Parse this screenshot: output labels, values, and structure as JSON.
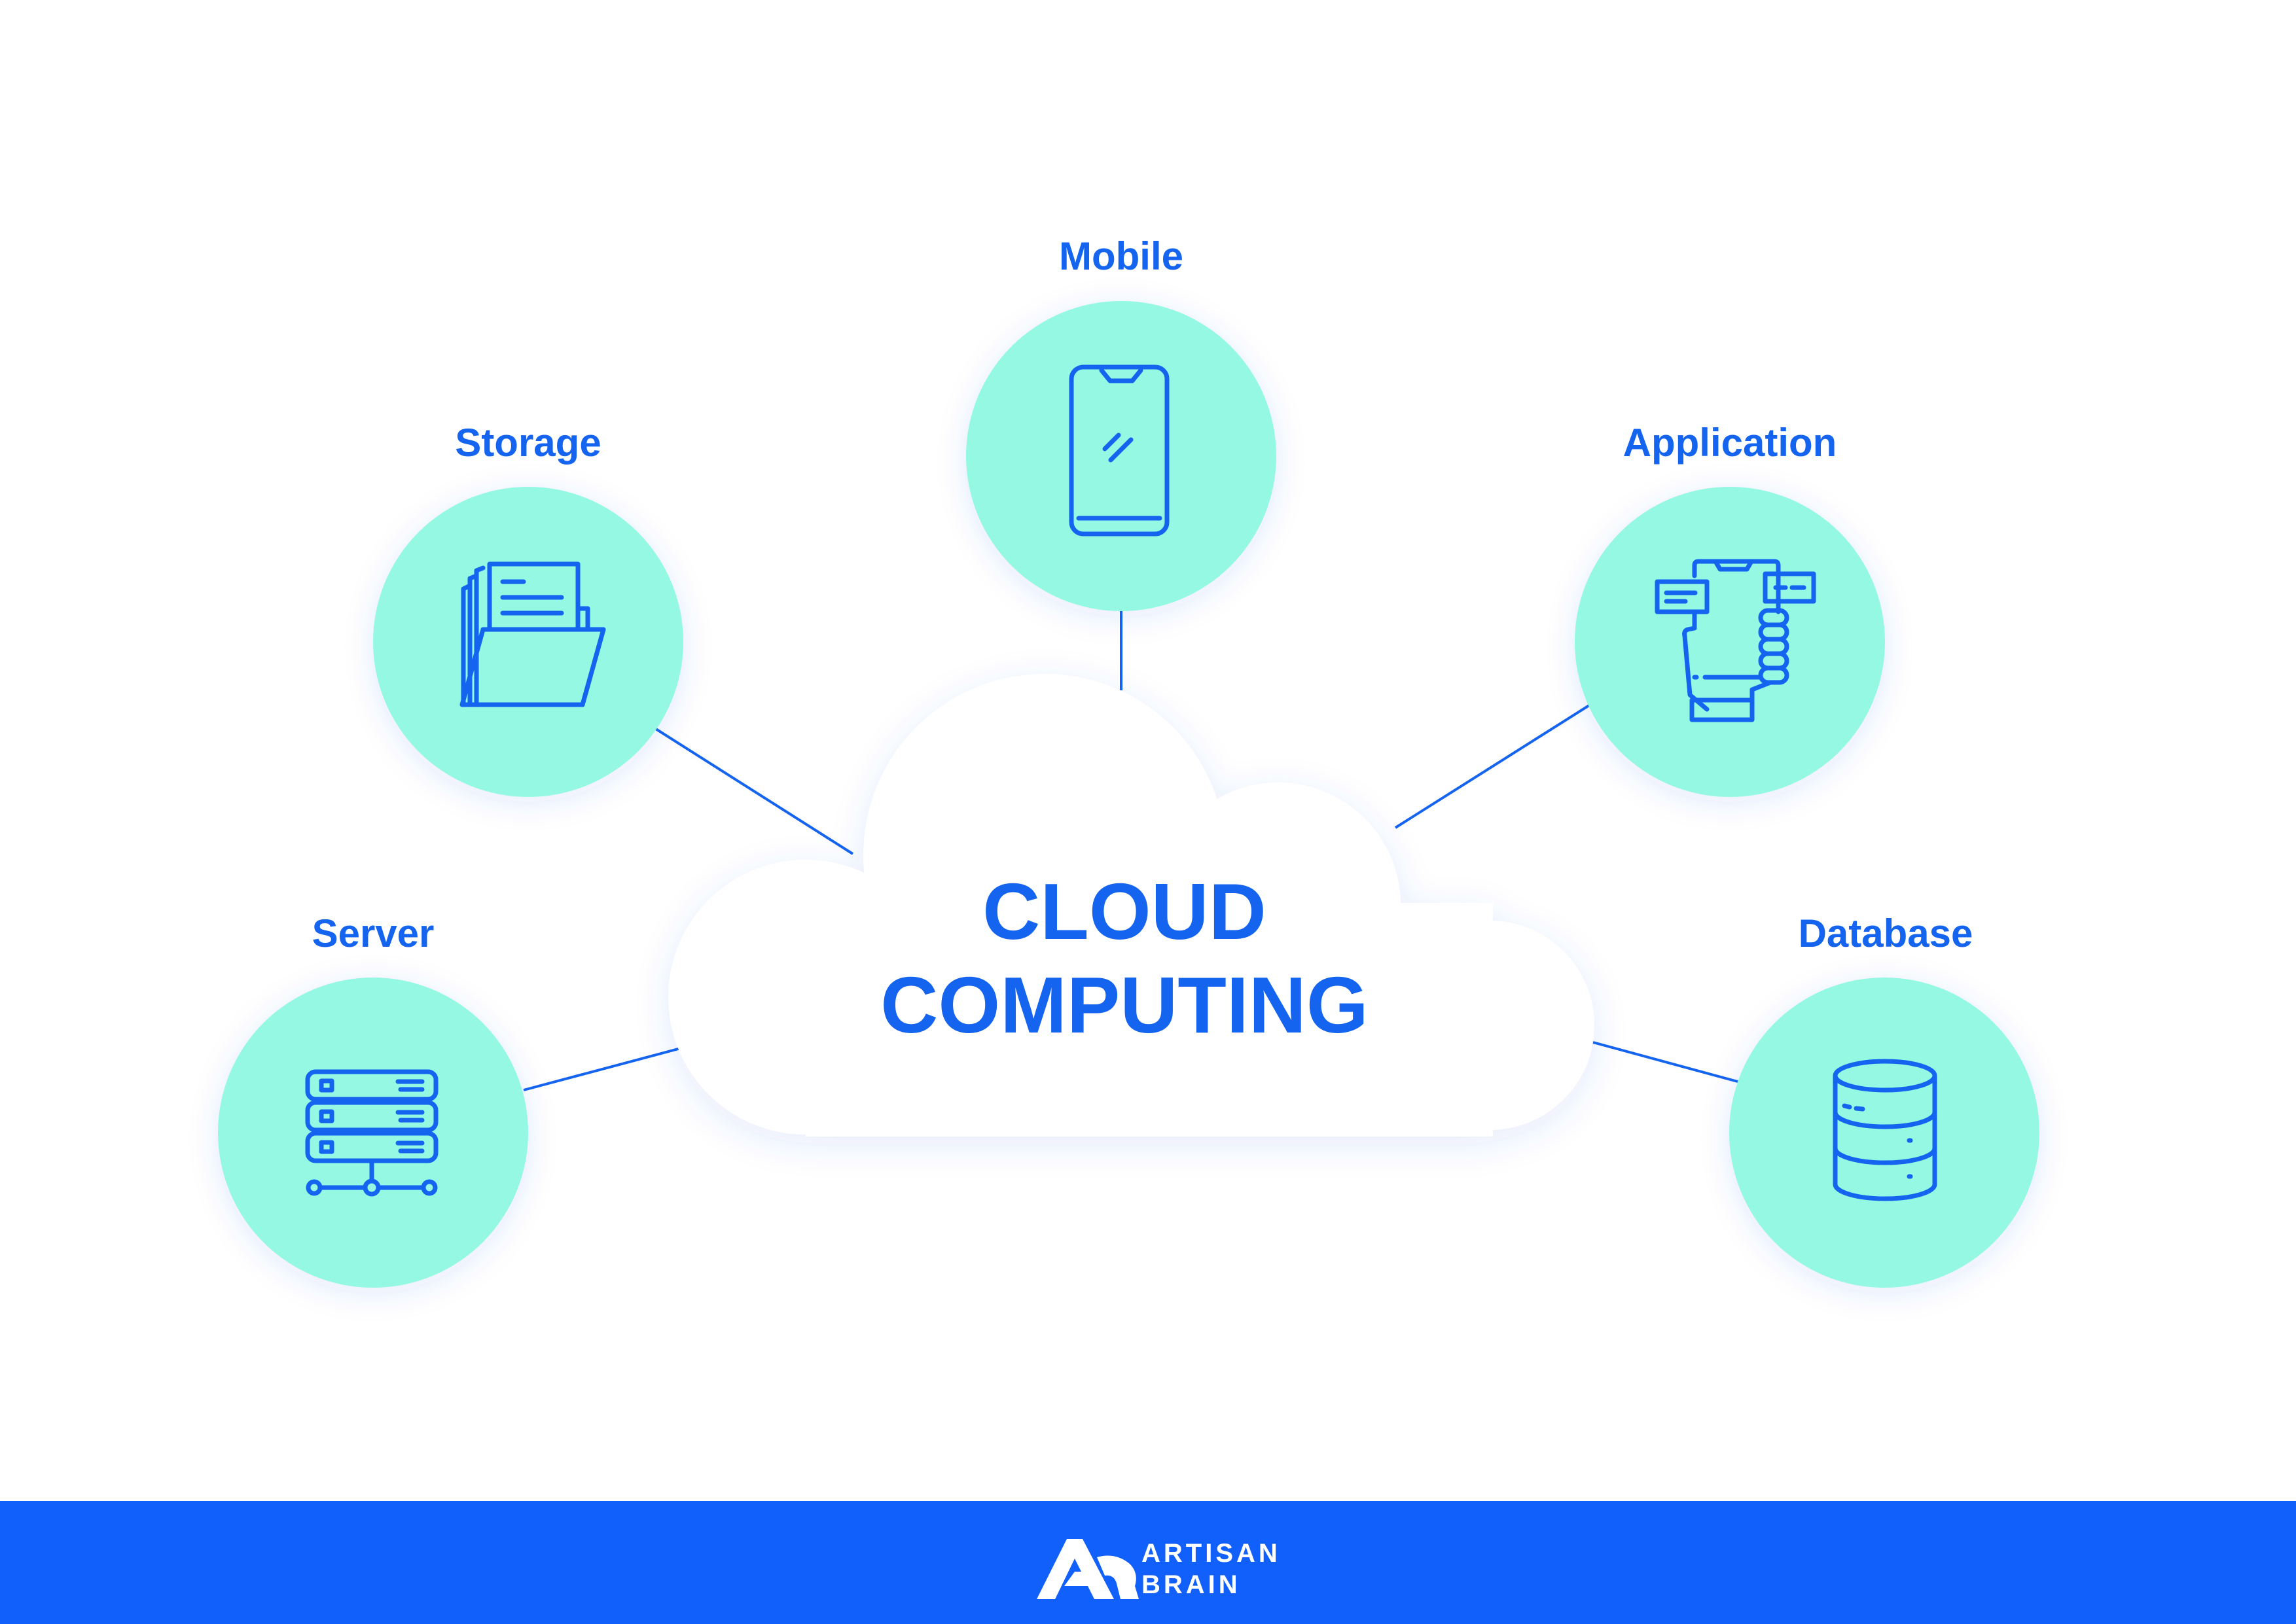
{
  "colors": {
    "accent": "#1464f0",
    "node_fill": "#94f8e2",
    "cloud_fill": "#ffffff",
    "footer_bg": "#1260fb",
    "footer_text": "#ffffff"
  },
  "center": {
    "line1": "CLOUD",
    "line2": "COMPUTING"
  },
  "nodes": {
    "mobile": {
      "label": "Mobile",
      "icon": "smartphone-icon"
    },
    "storage": {
      "label": "Storage",
      "icon": "folder-documents-icon"
    },
    "application": {
      "label": "Application",
      "icon": "hand-holding-phone-icon"
    },
    "server": {
      "label": "Server",
      "icon": "server-rack-icon"
    },
    "database": {
      "label": "Database",
      "icon": "database-icon"
    }
  },
  "footer": {
    "brand_line1": "ARTISAN",
    "brand_line2": "BRAIN",
    "logo_icon": "artisan-brain-logo-icon"
  }
}
